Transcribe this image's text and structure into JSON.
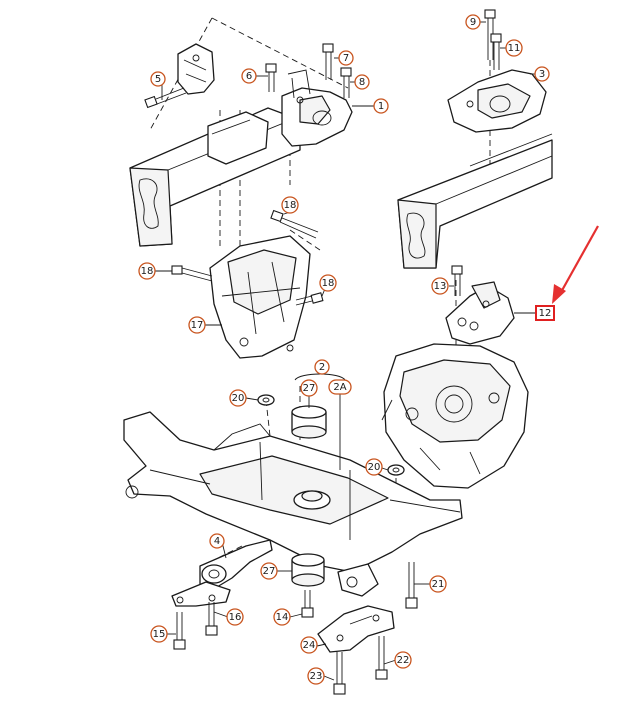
{
  "diagram": {
    "callouts": [
      {
        "id": "c1",
        "label": "1"
      },
      {
        "id": "c2",
        "label": "2"
      },
      {
        "id": "c2a",
        "label": "2A"
      },
      {
        "id": "c3",
        "label": "3"
      },
      {
        "id": "c4",
        "label": "4"
      },
      {
        "id": "c5",
        "label": "5"
      },
      {
        "id": "c6",
        "label": "6"
      },
      {
        "id": "c7",
        "label": "7"
      },
      {
        "id": "c8",
        "label": "8"
      },
      {
        "id": "c9",
        "label": "9"
      },
      {
        "id": "c11",
        "label": "11"
      },
      {
        "id": "c12",
        "label": "12"
      },
      {
        "id": "c13",
        "label": "13"
      },
      {
        "id": "c14",
        "label": "14"
      },
      {
        "id": "c15",
        "label": "15"
      },
      {
        "id": "c16",
        "label": "16"
      },
      {
        "id": "c17",
        "label": "17"
      },
      {
        "id": "c18a",
        "label": "18"
      },
      {
        "id": "c18b",
        "label": "18"
      },
      {
        "id": "c18c",
        "label": "18"
      },
      {
        "id": "c20a",
        "label": "20"
      },
      {
        "id": "c20b",
        "label": "20"
      },
      {
        "id": "c21",
        "label": "21"
      },
      {
        "id": "c22",
        "label": "22"
      },
      {
        "id": "c23",
        "label": "23"
      },
      {
        "id": "c24",
        "label": "24"
      },
      {
        "id": "c27a",
        "label": "27"
      },
      {
        "id": "c27b",
        "label": "27"
      }
    ],
    "highlighted_part": "12",
    "colors": {
      "callout_ring": "#c8541e",
      "highlight": "#e02020",
      "arrow": "#e53030",
      "line": "#1a1a1a"
    }
  }
}
